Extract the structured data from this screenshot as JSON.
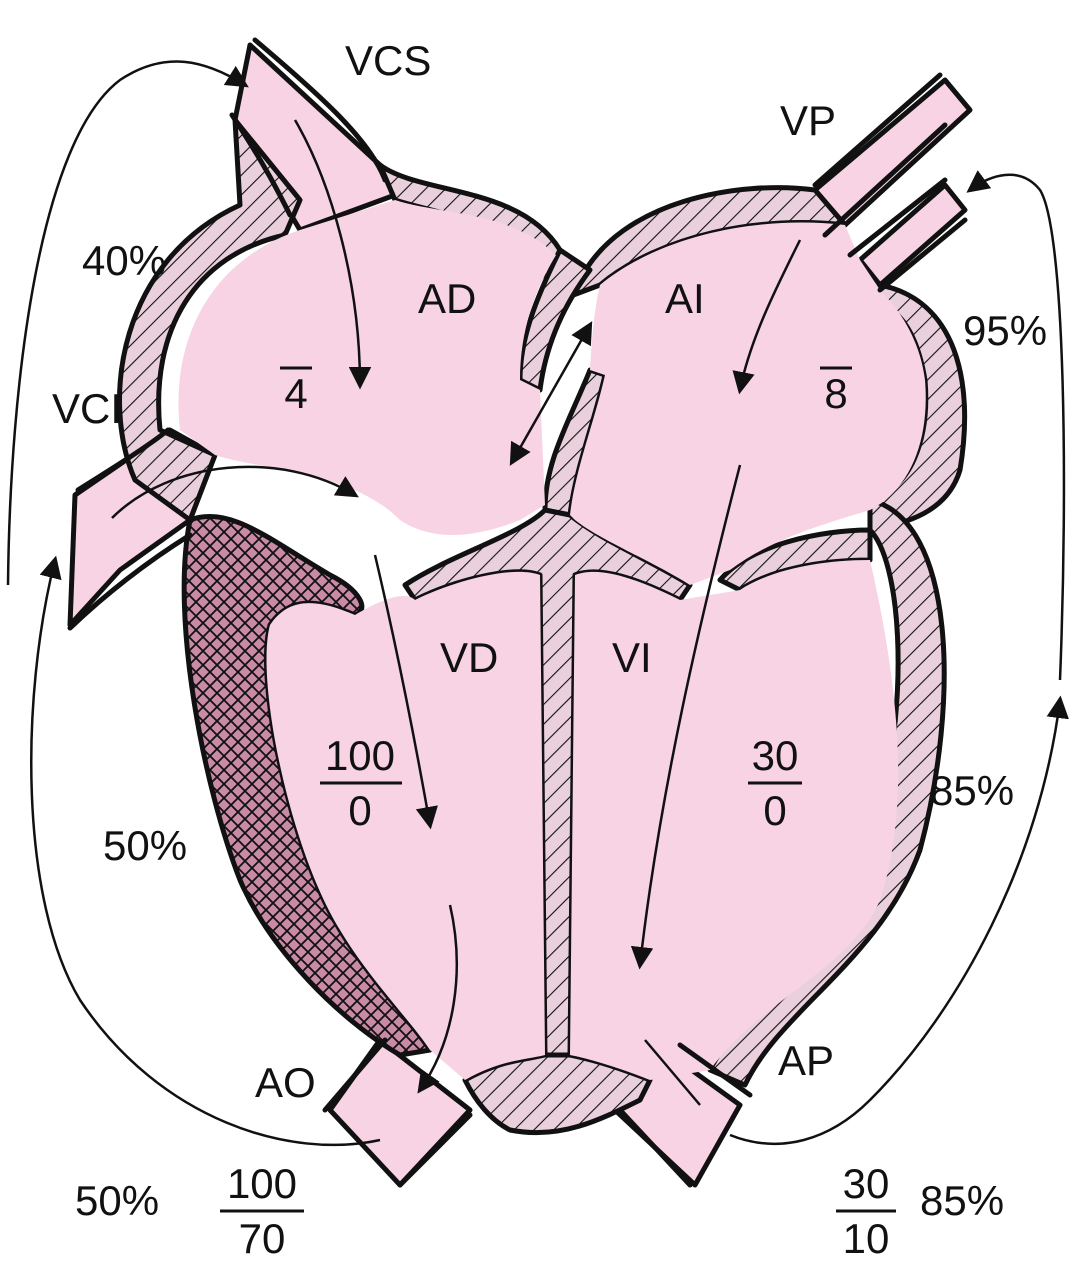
{
  "colors": {
    "blood": "#f8d3e3",
    "hatch_bg": "#ead0dc",
    "crosshatch_bg": "#c98aa6",
    "ink": "#111111"
  },
  "labels": {
    "vcs": "VCS",
    "vci": "VCI",
    "vp": "VP",
    "ad": "AD",
    "ai": "AI",
    "vd": "VD",
    "vi": "VI",
    "ao": "AO",
    "ap": "AP"
  },
  "pressures": {
    "ad": {
      "top": "",
      "bottom": "4"
    },
    "ai": {
      "top": "",
      "bottom": "8"
    },
    "vd": {
      "top": "100",
      "bottom": "0"
    },
    "vi": {
      "top": "30",
      "bottom": "0"
    },
    "ao": {
      "top": "100",
      "bottom": "70"
    },
    "ap": {
      "top": "30",
      "bottom": "10"
    }
  },
  "saturations": {
    "vcs_left": "40%",
    "vci_left": "50%",
    "ao_bottom": "50%",
    "vp_right": "95%",
    "vi_right": "85%",
    "ap_bottom": "85%"
  }
}
